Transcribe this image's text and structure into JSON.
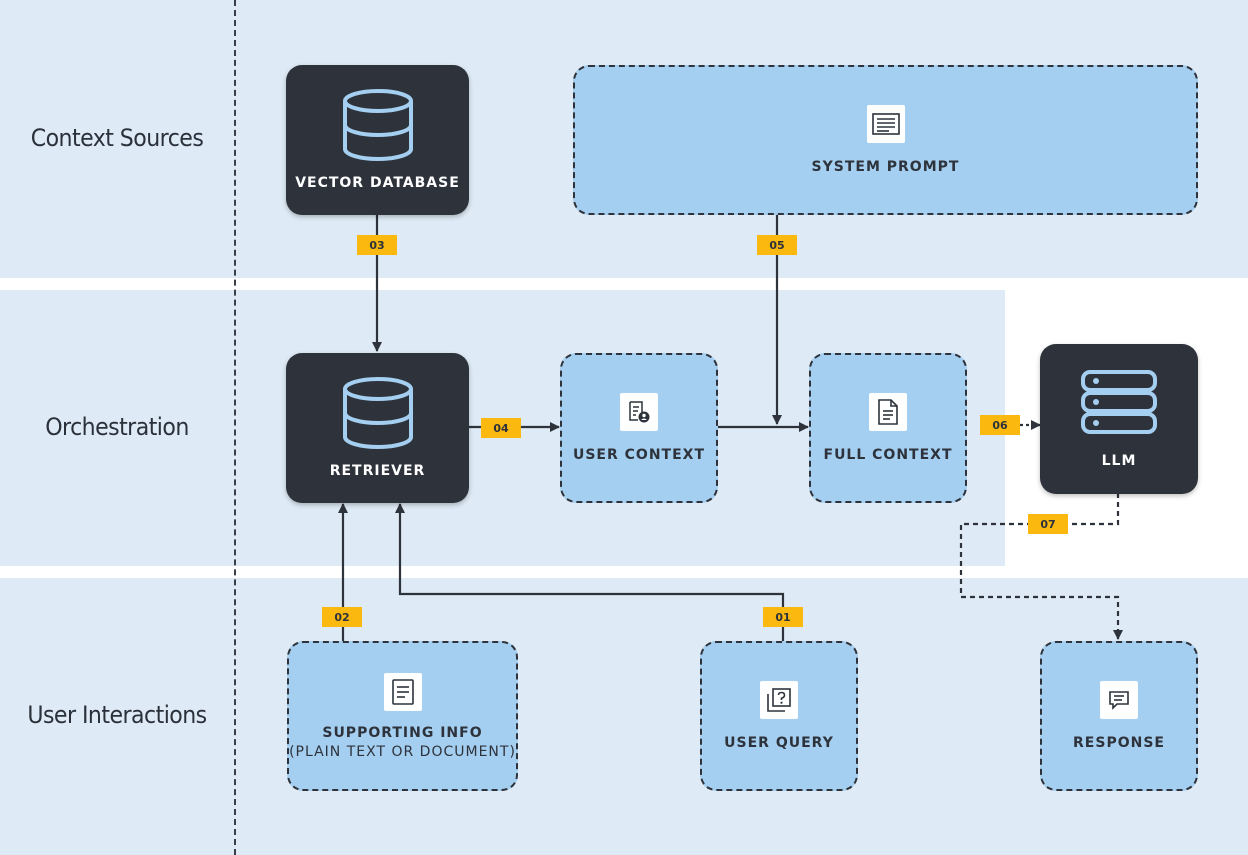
{
  "lanes": {
    "context_sources": "Context Sources",
    "orchestration": "Orchestration",
    "user_interactions": "User Interactions"
  },
  "nodes": {
    "vector_database": "VECTOR DATABASE",
    "system_prompt": "SYSTEM PROMPT",
    "retriever": "RETRIEVER",
    "user_context": "USER CONTEXT",
    "full_context": "FULL CONTEXT",
    "llm": "LLM",
    "supporting_info": "SUPPORTING INFO",
    "supporting_info_sub": "(PLAIN TEXT OR DOCUMENT)",
    "user_query": "USER QUERY",
    "response": "RESPONSE"
  },
  "steps": [
    "01",
    "02",
    "03",
    "04",
    "05",
    "06",
    "07"
  ],
  "colors": {
    "dark_node": "#2d323b",
    "light_node": "#a5cff0",
    "lane_bg": "#deeaf5",
    "badge": "#fbb80f",
    "icon_stroke": "#a5cff0"
  },
  "icons": {
    "vector_database": "database-icon",
    "system_prompt": "document-lines-icon",
    "retriever": "database-icon",
    "user_context": "document-user-icon",
    "full_context": "document-icon",
    "llm": "server-stack-icon",
    "supporting_info": "document-lines-icon",
    "user_query": "question-icon",
    "response": "chat-icon"
  }
}
